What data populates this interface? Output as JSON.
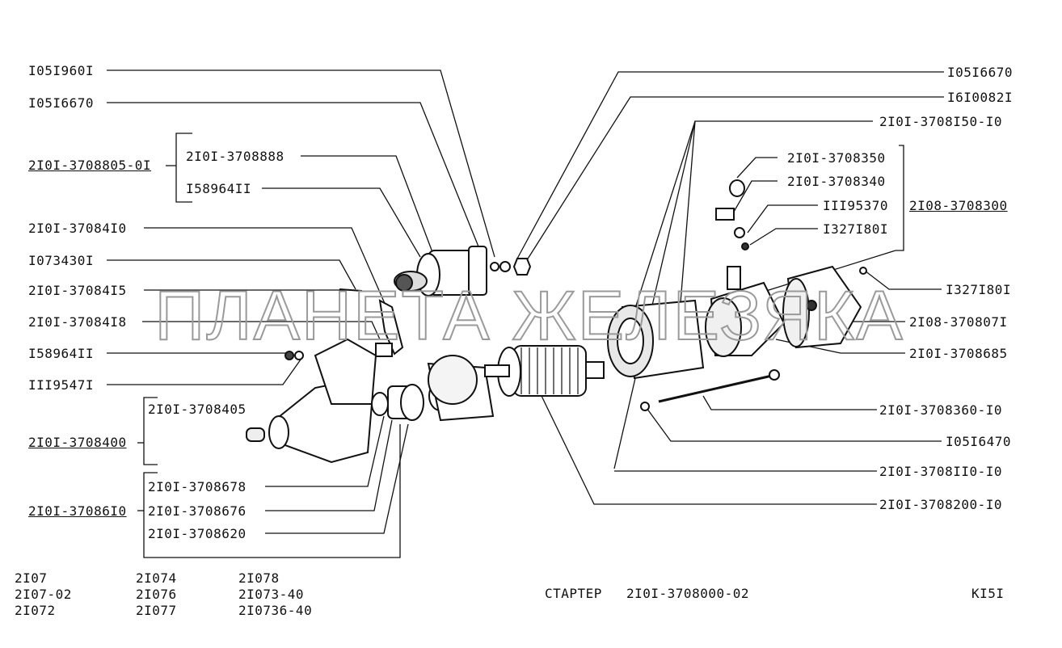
{
  "watermark": "ПЛАНЕТА ЖЕЛЕЗЯКА",
  "title": "СТАРТЕР",
  "assembly_number": "2I0I-3708000-02",
  "page_code": "KI5I",
  "models": {
    "col1": [
      "2I07",
      "2I07-02",
      "2I072"
    ],
    "col2": [
      "2I074",
      "2I076",
      "2I077"
    ],
    "col3": [
      "2I078",
      "2I073-40",
      "2I0736-40"
    ]
  },
  "left_labels": {
    "p1": "I05I960I",
    "p2": "I05I6670",
    "group1": "2I0I-3708805-0I",
    "p3": "2I0I-3708888",
    "p4": "I58964II",
    "p5": "2I0I-37084I0",
    "p6": "I073430I",
    "p7": "2I0I-37084I5",
    "p8": "2I0I-37084I8",
    "p9": "I58964II",
    "p10": "III9547I",
    "p11": "2I0I-3708405",
    "group2": "2I0I-3708400",
    "p12": "2I0I-3708678",
    "group3": "2I0I-37086I0",
    "p13": "2I0I-3708676",
    "p14": "2I0I-3708620"
  },
  "right_labels": {
    "p1": "I05I6670",
    "p2": "I6I0082I",
    "p3": "2I0I-3708I50-I0",
    "p4": "2I0I-3708350",
    "p5": "2I0I-3708340",
    "group1": "2I08-3708300",
    "p6": "III95370",
    "p7": "I327I80I",
    "p8": "I327I80I",
    "p9": "2I08-370807I",
    "p10": "2I0I-3708685",
    "p11": "2I0I-3708360-I0",
    "p12": "I05I6470",
    "p13": "2I0I-3708II0-I0",
    "p14": "2I0I-3708200-I0"
  }
}
